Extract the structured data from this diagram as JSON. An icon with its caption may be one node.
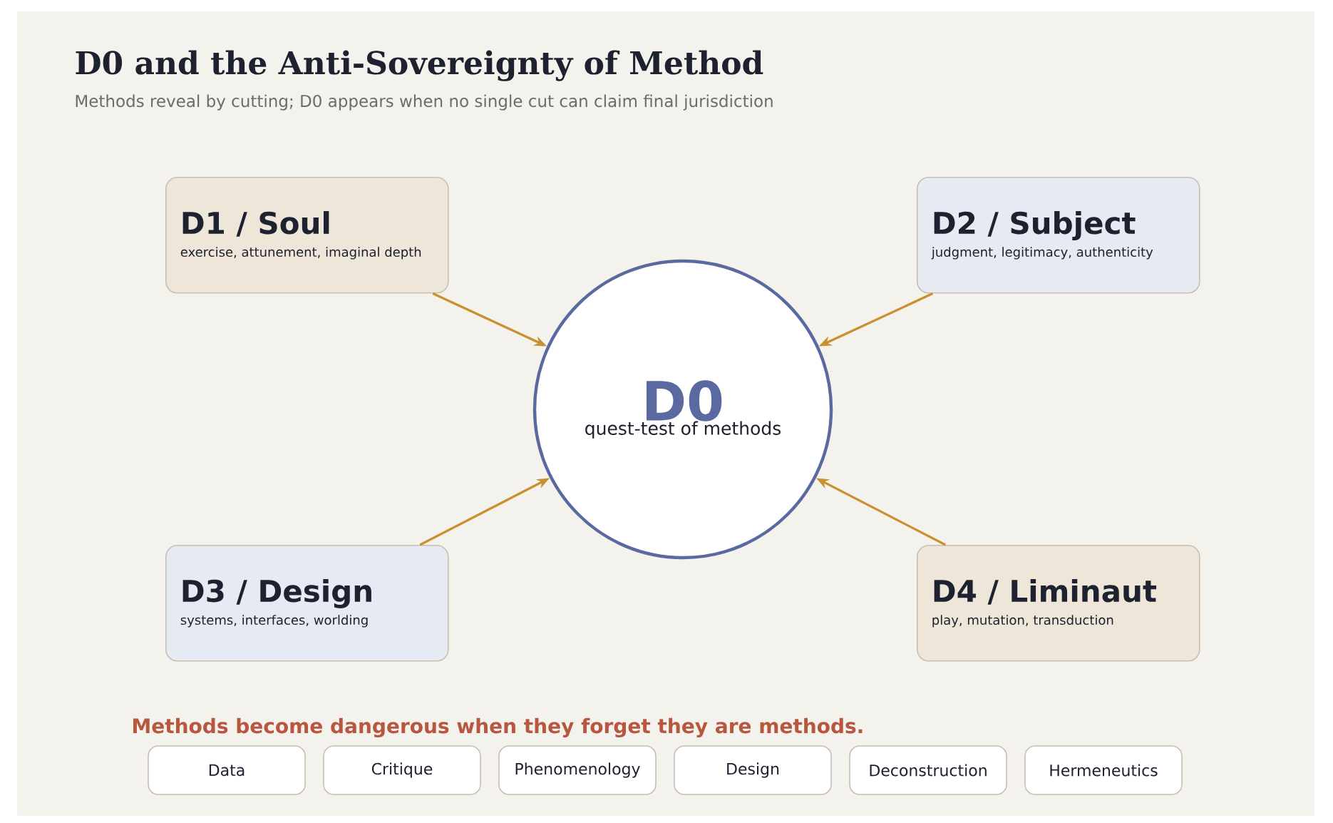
{
  "diagram": {
    "title": "D0 and the Anti-Sovereignty of Method",
    "nodes": [
      {
        "text": [
          "D1 / Soul",
          "exercise, attunement, imaginal depth"
        ]
      },
      {
        "text": [
          "D2 / Subject",
          "judgment, legitimacy, authenticity"
        ]
      },
      {
        "text": [
          "D0",
          "quest-test of methods"
        ]
      },
      {
        "text": [
          "D3 / Design",
          "systems, interfaces, worlding"
        ]
      },
      {
        "text": [
          "D4 / Liminaut",
          "play, mutation, transduction"
        ]
      },
      {
        "text": [
          "Data"
        ]
      },
      {
        "text": [
          "Critique"
        ]
      },
      {
        "text": [
          "Phenomenology"
        ]
      },
      {
        "text": [
          "Design"
        ]
      },
      {
        "text": [
          "Deconstruction"
        ]
      },
      {
        "text": [
          "Hermeneutics"
        ]
      }
    ],
    "edges": [
      {
        "from": 0,
        "to": 2,
        "arrow": "to"
      },
      {
        "from": 1,
        "to": 2,
        "arrow": "to"
      },
      {
        "from": 3,
        "to": 2,
        "arrow": "to"
      },
      {
        "from": 4,
        "to": 2,
        "arrow": "to"
      }
    ],
    "labels": [
      "Methods reveal by cutting; D0 appears when no single cut can claim final jurisdiction",
      "Methods become dangerous when they forget they are methods."
    ]
  }
}
